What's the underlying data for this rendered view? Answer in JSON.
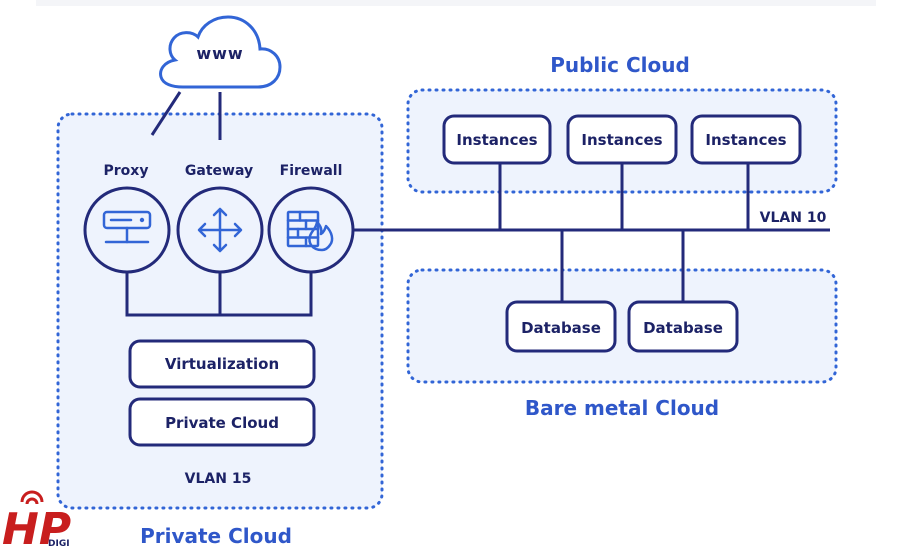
{
  "cloud": {
    "label": "www"
  },
  "private_cloud": {
    "title": "Private Cloud",
    "vlan": "VLAN 15",
    "devices": [
      {
        "label": "Proxy",
        "icon": "server-icon"
      },
      {
        "label": "Gateway",
        "icon": "move-arrows-icon"
      },
      {
        "label": "Firewall",
        "icon": "firewall-icon"
      }
    ],
    "layers": [
      "Virtualization",
      "Private Cloud"
    ]
  },
  "public_cloud": {
    "title": "Public Cloud",
    "nodes": [
      "Instances",
      "Instances",
      "Instances"
    ]
  },
  "bare_metal_cloud": {
    "title": "Bare metal Cloud",
    "nodes": [
      "Database",
      "Database"
    ]
  },
  "network": {
    "vlan": "VLAN 10"
  },
  "logo": {
    "text": "HP",
    "sub": "DIGI"
  },
  "colors": {
    "accent": "#3265d6",
    "dark": "#232a7a",
    "fill": "#eef3fd",
    "logo": "#c81e1e"
  }
}
